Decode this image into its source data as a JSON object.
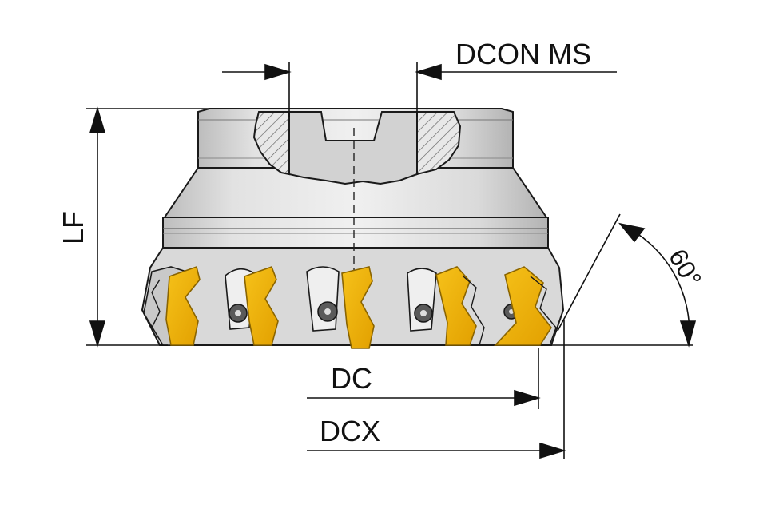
{
  "labels": {
    "dcon_ms": "DCON MS",
    "lf": "LF",
    "dc": "DC",
    "dcx": "DCX",
    "angle": "60°"
  },
  "colors": {
    "insert": "#F2B300",
    "insert_edge": "#8A6400",
    "body_light": "#E6E6E6",
    "body_mid": "#CDCDCD",
    "body_dark": "#9A9A9A",
    "outline": "#1A1A1A",
    "dimension": "#111111"
  }
}
